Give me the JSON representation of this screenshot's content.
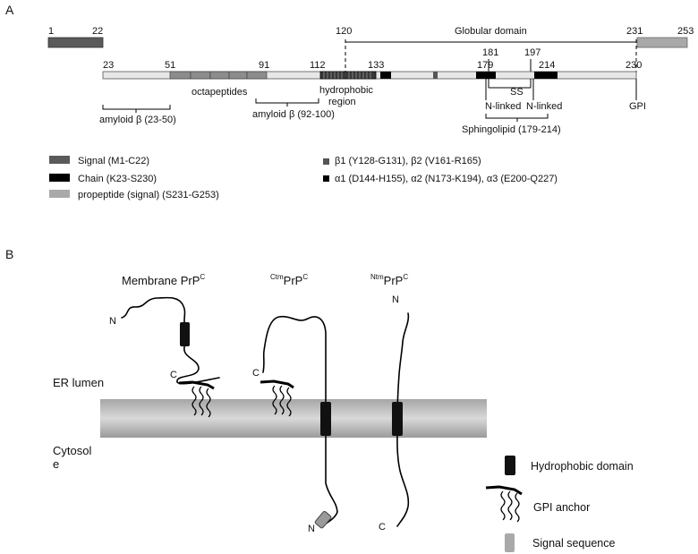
{
  "panel_a": {
    "label": "A",
    "signal_start": "1",
    "signal_end": "22",
    "propeptide_start": "231",
    "propeptide_end": "253",
    "globular_start": "120",
    "globular_domain": "Globular domain",
    "globular_end": "231",
    "pos_23": "23",
    "pos_51": "51",
    "pos_91": "91",
    "pos_112": "112",
    "pos_133": "133",
    "pos_179": "179",
    "pos_181": "181",
    "pos_197": "197",
    "pos_214": "214",
    "pos_230": "230",
    "octapeptides": "octapeptides",
    "hydrophobic_1": "hydrophobic",
    "hydrophobic_2": "region",
    "ss": "SS",
    "n_linked_1": "N-linked",
    "n_linked_2": "N-linked",
    "gpi": "GPI",
    "amyloid_1": "amyloid β (23-50)",
    "amyloid_2": "amyloid β (92-100)",
    "sphingolipid": "Sphingolipid (179-214)",
    "legend": {
      "signal": "Signal (M1-C22)",
      "chain": "Chain (K23-S230)",
      "propeptide": "propeptide (signal) (S231-G253)",
      "beta": "β1 (Y128-G131), β2 (V161-R165)",
      "alpha": "α1 (D144-H155), α2 (N173-K194), α3 (E200-Q227)"
    },
    "colors": {
      "signal": "#5a5a5a",
      "chain": "#000000",
      "propeptide": "#a9a9a9",
      "chain_bar": "#e7e7e7",
      "octa": "#8c8c8c"
    }
  },
  "panel_b": {
    "label": "B",
    "membrane_prp": "Membrane PrP",
    "membrane_sup": "C",
    "ctm_pre": "Ctm",
    "ctm_main": "PrP",
    "ctm_sup": "C",
    "ntm_pre": "Ntm",
    "ntm_main": "PrP",
    "ntm_sup": "C",
    "er_lumen": "ER lumen",
    "cytosol_1": "Cytosol",
    "cytosol_2": "e",
    "n1": "N",
    "c1": "C",
    "c2": "C",
    "n2": "N",
    "n3": "N",
    "c3": "C",
    "legend": {
      "hydrophobic": "Hydrophobic domain",
      "gpi": "GPI anchor",
      "signal": "Signal sequence"
    }
  }
}
